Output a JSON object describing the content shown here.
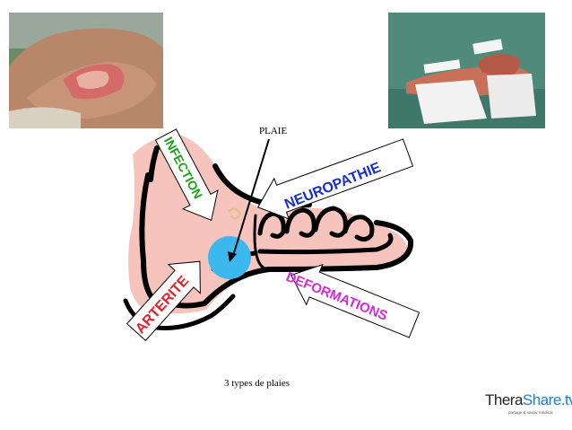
{
  "labels": {
    "plaie": "PLAIE",
    "infection": "INFECTION",
    "neuropathie": "NEUROPATHIE",
    "arterite": "ARTERITE",
    "deformations": "DEFORMATIONS"
  },
  "caption": "3 types de plaies",
  "logo": {
    "part1": "Thera",
    "part2": "Share",
    "part3": ".tv",
    "tagline": "partage & savoir médical"
  },
  "colors": {
    "infection": "#1aa31a",
    "neuropathie": "#1a2ec8",
    "arterite": "#e8202a",
    "deformations": "#d62ad6",
    "wound": "#3bb8ee",
    "skin": "#f6c4bc",
    "logo_blue": "#1a7fd0"
  }
}
